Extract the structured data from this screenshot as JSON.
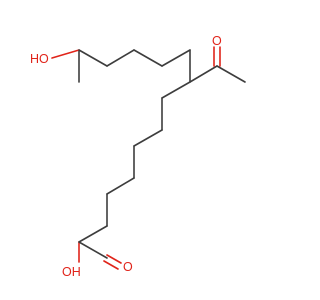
{
  "atoms": {
    "hydroxyl_top": "HO",
    "ketone_oxygen": "O",
    "acid_hydroxyl": "OH",
    "acid_carbonyl_oxygen": "O"
  },
  "colors": {
    "bond": "#3d3d3d",
    "heteroatom": "#e0241a",
    "background": "#ffffff"
  }
}
